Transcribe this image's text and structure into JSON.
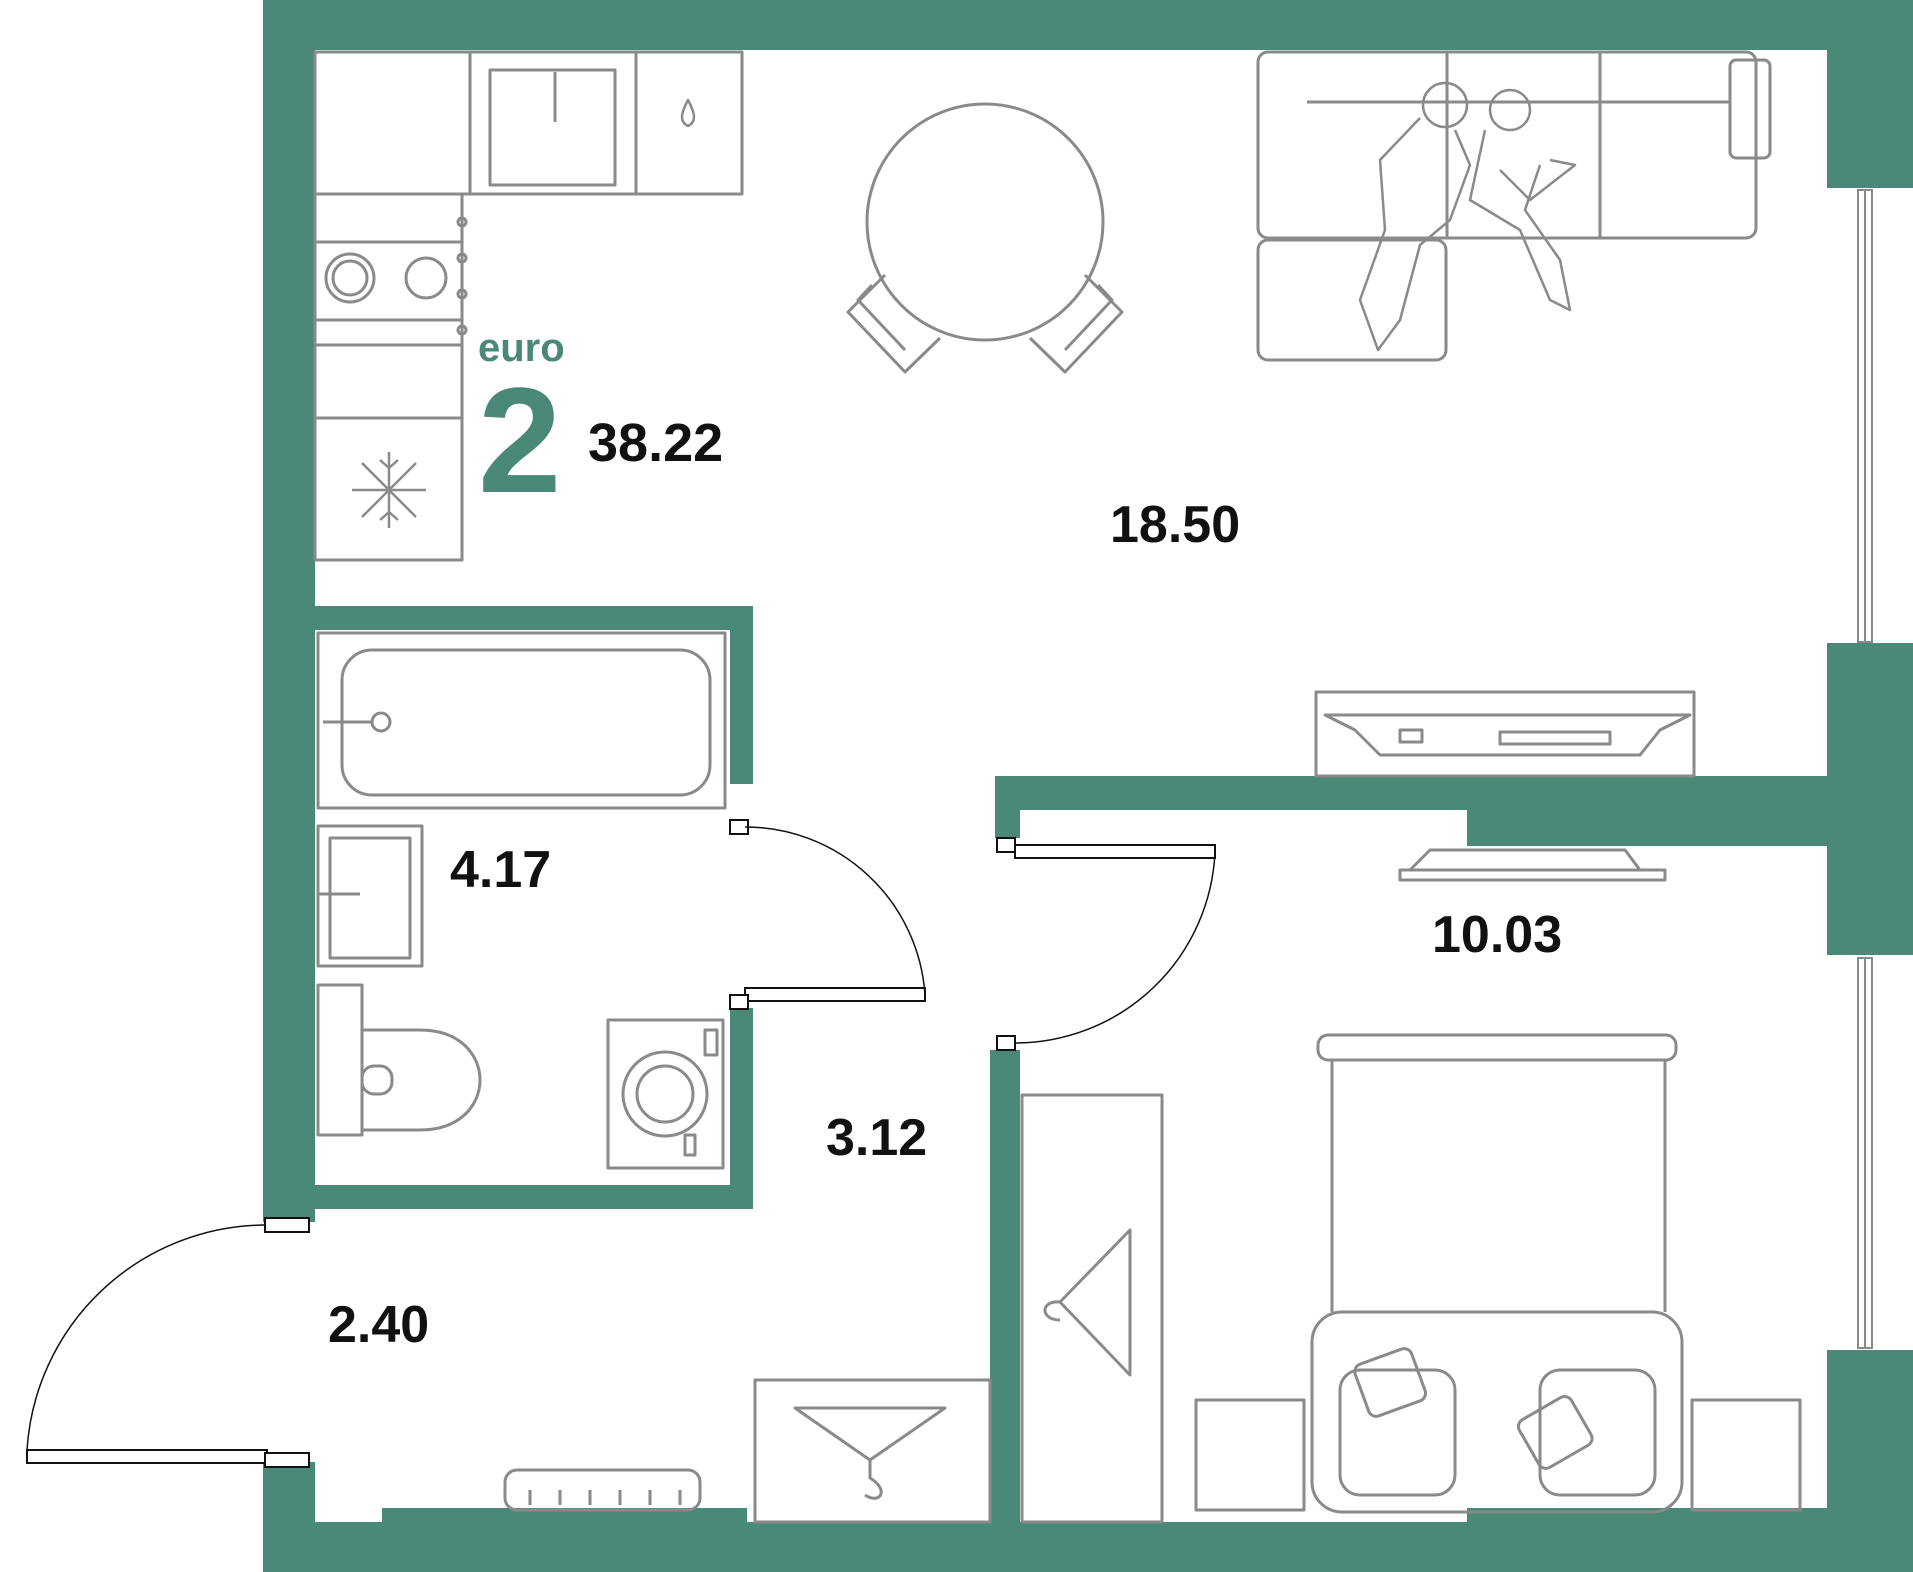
{
  "plan": {
    "type_label": "euro",
    "room_count": "2",
    "total_area": "38.22",
    "rooms": {
      "living_kitchen": "18.50",
      "bedroom": "10.03",
      "bathroom": "4.17",
      "hallway": "3.12",
      "entrance": "2.40"
    }
  },
  "colors": {
    "wall": "#4a8878",
    "furniture": "#8a8a8a",
    "accent": "#4a8878",
    "text": "#111111"
  }
}
